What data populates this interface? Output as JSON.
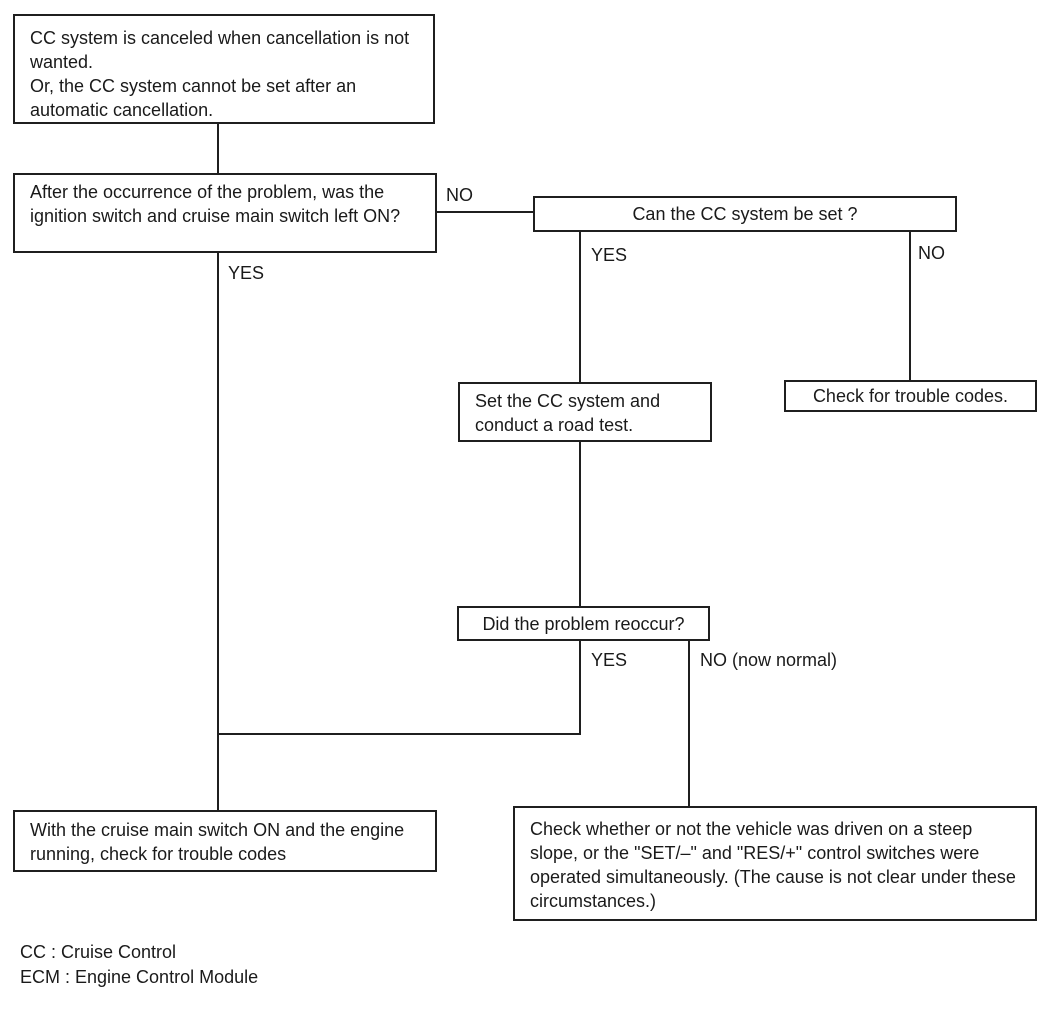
{
  "flowchart": {
    "boxes": {
      "symptom": {
        "line1": "CC system is canceled when cancellation is not wanted.",
        "line2": "Or, the CC system cannot be set after an automatic cancellation."
      },
      "ignition_question": "After the occurrence of the problem, was the ignition switch and cruise main switch left ON?",
      "can_set_question": "Can the CC system be set ?",
      "road_test": "Set the CC system and conduct a road test.",
      "check_trouble_codes": "Check for trouble codes.",
      "reoccur_question": "Did the problem reoccur?",
      "check_codes_engine_running": "With the cruise main switch ON and the engine running, check for trouble codes",
      "check_steep_slope": "Check whether or not the vehicle was driven on a steep slope, or the \"SET/–\" and \"RES/+\" control switches were operated simultaneously. (The cause is not clear under these circumstances.)"
    },
    "edge_labels": {
      "ignition_no": "NO",
      "ignition_yes": "YES",
      "can_set_yes": "YES",
      "can_set_no": "NO",
      "reoccur_yes": "YES",
      "reoccur_no": "NO (now normal)"
    },
    "legend": {
      "cc": "CC : Cruise Control",
      "ecm": "ECM : Engine Control Module"
    },
    "colors": {
      "line": "#1f1f1f",
      "text": "#1a1a1a",
      "background": "#ffffff"
    }
  }
}
